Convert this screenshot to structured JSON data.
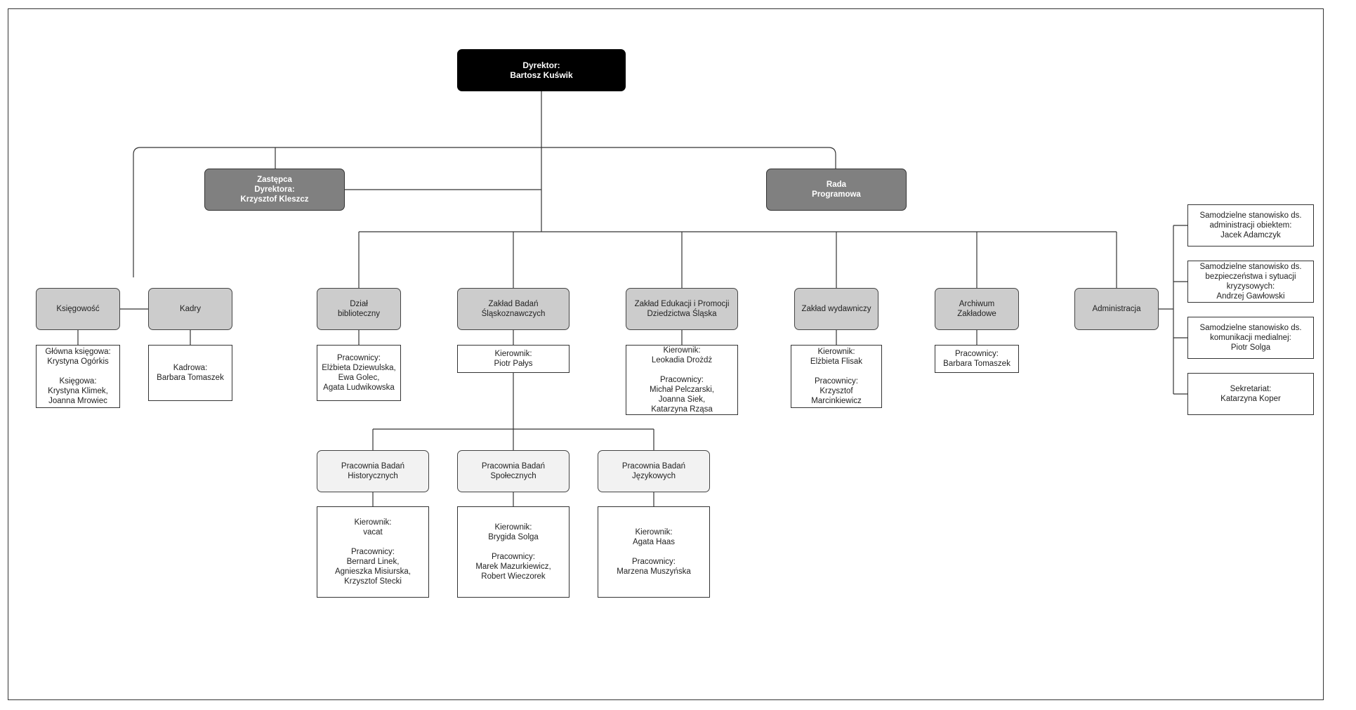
{
  "director": "Dyrektor:\nBartosz Kuświk",
  "deputy": "Zastępca\nDyrektora:\nKrzysztof Kleszcz",
  "council": "Rada\nProgramowa",
  "departments": {
    "ksiegowosc": {
      "title": "Księgowość",
      "details": "Główna księgowa:\nKrystyna Ogórkis\n\nKsięgowa:\nKrystyna Klimek,\nJoanna Mrowiec"
    },
    "kadry": {
      "title": "Kadry",
      "details": "Kadrowa:\nBarbara Tomaszek"
    },
    "biblioteka": {
      "title": "Dział\nbiblioteczny",
      "details": "Pracownicy:\nElżbieta Dziewulska,\nEwa Golec,\nAgata Ludwikowska"
    },
    "slaskoznawcze": {
      "title": "Zakład Badań\nŚląskoznawczych",
      "details": "Kierownik:\nPiotr Pałys"
    },
    "edukacja": {
      "title": "Zakład Edukacji i Promocji\nDziedzictwa Śląska",
      "details": "Kierownik:\nLeokadia Drożdż\n\nPracownicy:\nMichał Pelczarski,\nJoanna Siek,\nKatarzyna Rząsa"
    },
    "wydawniczy": {
      "title": "Zakład wydawniczy",
      "details": "Kierownik:\nElżbieta Flisak\n\nPracownicy:\nKrzysztof Marcinkiewicz"
    },
    "archiwum": {
      "title": "Archiwum\nZakładowe",
      "details": "Pracownicy:\nBarbara Tomaszek"
    },
    "administracja": {
      "title": "Administracja"
    }
  },
  "admin_positions": [
    "Samodzielne stanowisko ds.\nadministracji obiektem:\nJacek Adamczyk",
    "Samodzielne stanowisko ds.\nbezpieczeństwa i sytuacji\nkryzysowych:\nAndrzej Gawłowski",
    "Samodzielne stanowisko ds.\nkomunikacji medialnej:\nPiotr Solga",
    "Sekretariat:\nKatarzyna Koper"
  ],
  "labs": [
    {
      "title": "Pracownia Badań\nHistorycznych",
      "details": "Kierownik:\nvacat\n\nPracownicy:\nBernard Linek,\nAgnieszka Misiurska,\nKrzysztof Stecki"
    },
    {
      "title": "Pracownia Badań\nSpołecznych",
      "details": "Kierownik:\nBrygida Solga\n\nPracownicy:\nMarek Mazurkiewicz,\nRobert Wieczorek"
    },
    {
      "title": "Pracownia Badań\nJęzykowych",
      "details": "Kierownik:\nAgata Haas\n\nPracownicy:\nMarzena Muszyńska"
    }
  ],
  "colors": {
    "director": "#000000",
    "deputy": "#808080",
    "department": "#cccccc",
    "lab": "#f2f2f2",
    "detail": "#ffffff",
    "line": "#333333"
  }
}
